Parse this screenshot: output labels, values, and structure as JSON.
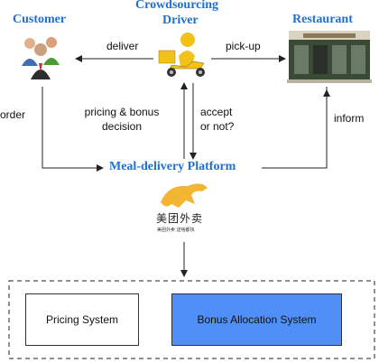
{
  "nodes": {
    "customer": "Customer",
    "driver_line1": "Crowdsourcing",
    "driver_line2": "Driver",
    "restaurant": "Restaurant",
    "platform": "Meal-delivery Platform"
  },
  "edges": {
    "deliver": "deliver",
    "pickup": "pick-up",
    "order": "order",
    "pricing_line1": "pricing & bonus",
    "pricing_line2": "decision",
    "accept_line1": "accept",
    "accept_line2": "or not?",
    "inform": "inform"
  },
  "logo": {
    "chinese": "美团外卖",
    "sub": "美团外卖 送啥都快"
  },
  "systems": {
    "pricing": "Pricing System",
    "bonus": "Bonus Allocation System"
  },
  "colors": {
    "title_blue": "#1f6fd1",
    "bonus_fill": "#4f8ff7",
    "logo_yellow": "#f2b632"
  }
}
